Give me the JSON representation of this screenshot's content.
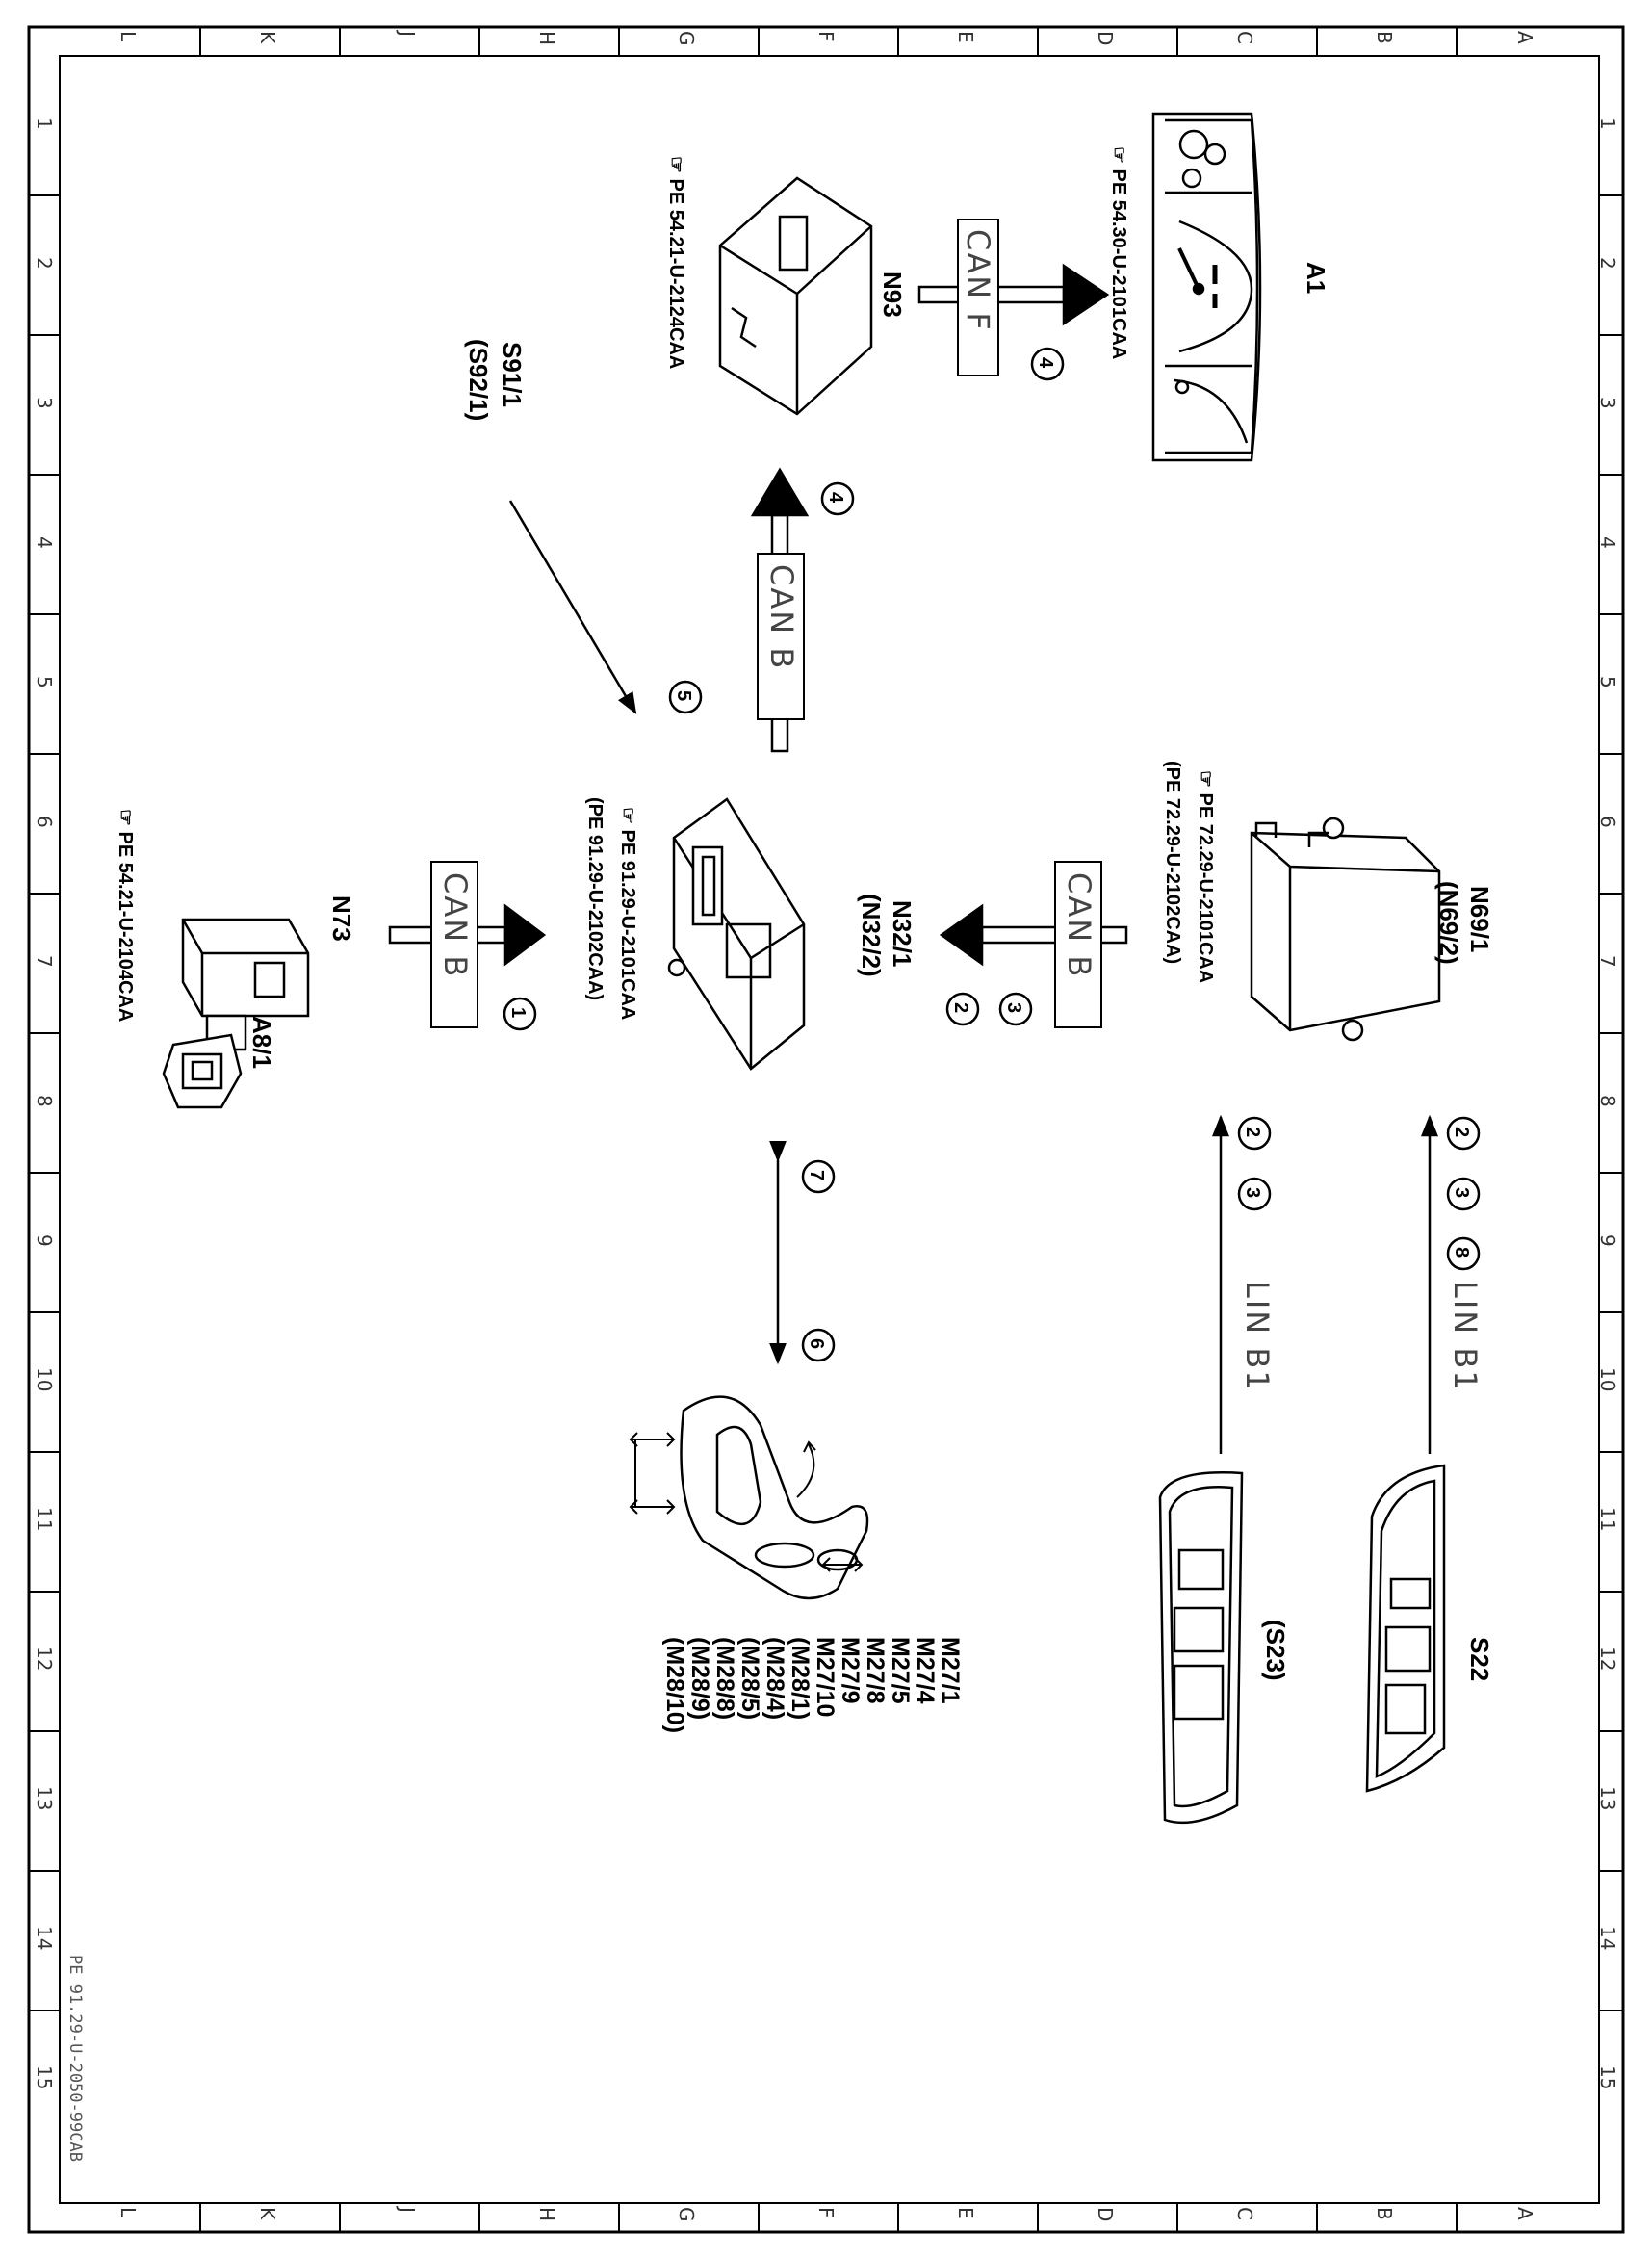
{
  "frame": {
    "column_letters": [
      "L",
      "K",
      "J",
      "H",
      "G",
      "F",
      "E",
      "D",
      "C",
      "B",
      "A"
    ],
    "row_numbers": [
      "1",
      "2",
      "3",
      "4",
      "5",
      "6",
      "7",
      "8",
      "9",
      "10",
      "11",
      "12",
      "13",
      "14",
      "15"
    ],
    "document_code": "PE 91.29-U-2050-99CAB"
  },
  "components": {
    "a1": {
      "id": "A1",
      "ref": "PE 54.30-U-2101CAA"
    },
    "n93": {
      "id": "N93",
      "ref": "PE 54.21-U-2124CAA"
    },
    "s91": {
      "id": "S91/1",
      "alt": "(S92/1)"
    },
    "n32": {
      "id": "N32/1",
      "alt": "(N32/2)",
      "ref1": "PE 91.29-U-2101CAA",
      "ref2": "(PE 91.29-U-2102CAA)"
    },
    "n69": {
      "id": "N69/1",
      "alt": "(N69/2)",
      "ref1": "PE 72.29-U-2101CAA",
      "ref2": "(PE 72.29-U-2102CAA)"
    },
    "n73": {
      "id": "N73",
      "ref": "PE 54.21-U-2104CAA"
    },
    "a8": {
      "id": "A8/1"
    },
    "s22": {
      "id": "S22"
    },
    "s23": {
      "id": "(S23)"
    },
    "motors": [
      "M27/1",
      "M27/4",
      "M27/5",
      "M27/8",
      "M27/9",
      "M27/10",
      "(M28/1)",
      "(M28/4)",
      "(M28/5)",
      "(M28/8)",
      "(M28/9)",
      "(M28/10)"
    ]
  },
  "buses": {
    "can_f": "CAN F",
    "can_b_n32_n93": "CAN B",
    "can_b_n69_n32": "CAN B",
    "can_b_n73_n32": "CAN B",
    "lin_b1_s22": "LIN B1",
    "lin_b1_s23": "LIN B1"
  },
  "step_markers": {
    "can_f": [
      "4"
    ],
    "can_b_up": [
      "4"
    ],
    "s91_arrow": [
      "5"
    ],
    "n69_to_n32": [
      "2",
      "3"
    ],
    "n73_to_n32": [
      "1"
    ],
    "n32_motors": [
      "7",
      "6"
    ],
    "s22_lin": [
      "2",
      "3",
      "8"
    ],
    "s23_lin": [
      "2",
      "3"
    ]
  }
}
